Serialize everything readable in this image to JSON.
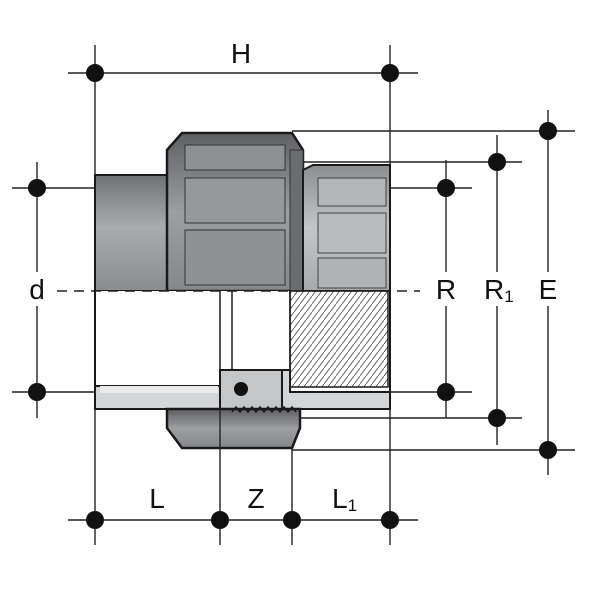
{
  "labels": {
    "H": "H",
    "d": "d",
    "R": "R",
    "R1": "R",
    "R1_sub": "1",
    "E": "E",
    "L": "L",
    "Z": "Z",
    "L1": "L",
    "L1_sub": "1"
  },
  "colors": {
    "body_dark": "#7d7f82",
    "body_mid": "#a4a6a9",
    "body_light": "#c9cbcd",
    "section_fill": "#d4d5d7",
    "outline": "#1a1a1a",
    "dimension_line": "#222222",
    "dot": "#111111"
  }
}
